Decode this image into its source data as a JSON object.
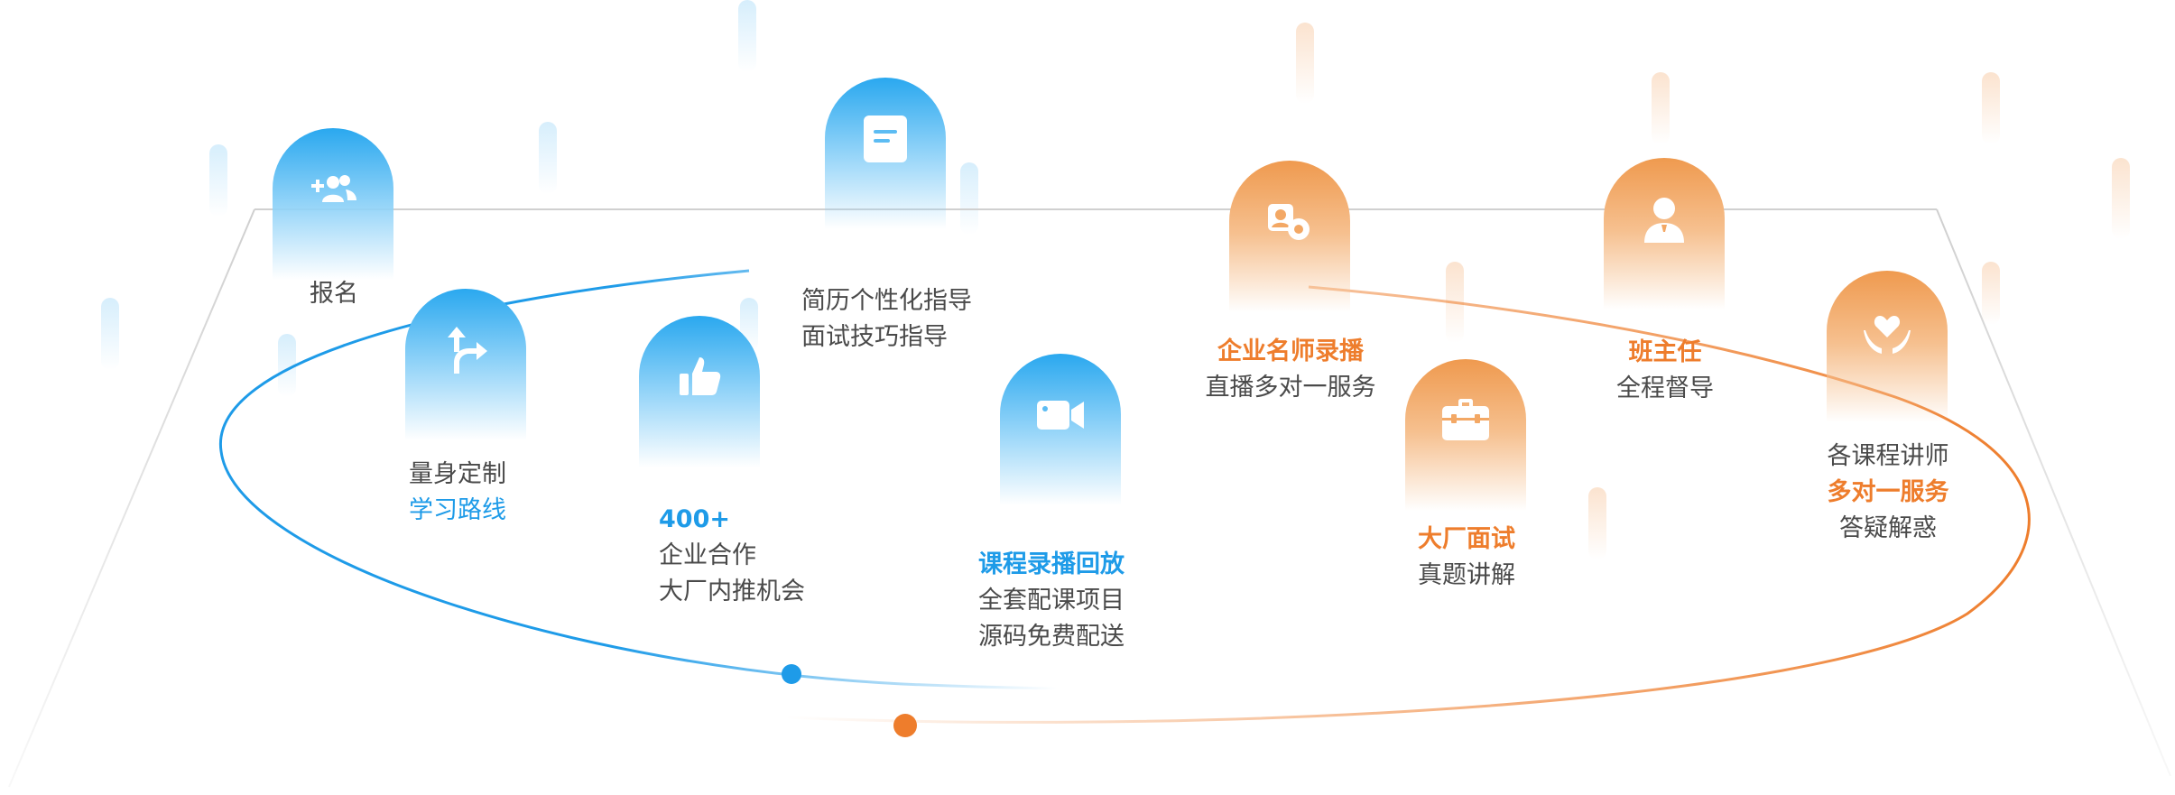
{
  "colors": {
    "blue": "#1e9be8",
    "orange": "#ee7d2c",
    "text": "#4a4a4a",
    "frame": "#cccccc"
  },
  "nodes": [
    {
      "id": "signup",
      "theme": "blue",
      "icon": "add-user-icon",
      "lines": [
        {
          "text": "报名",
          "style": "normal"
        }
      ]
    },
    {
      "id": "custom-path",
      "theme": "blue",
      "icon": "route-arrow-icon",
      "lines": [
        {
          "text": "量身定制",
          "style": "normal"
        },
        {
          "text": "学习路线",
          "style": "blue"
        }
      ]
    },
    {
      "id": "partners",
      "theme": "blue",
      "icon": "thumbs-up-icon",
      "lines": [
        {
          "text": "400+",
          "style": "blue"
        },
        {
          "text": "企业合作",
          "style": "normal"
        },
        {
          "text": "大厂内推机会",
          "style": "normal"
        }
      ]
    },
    {
      "id": "resume",
      "theme": "blue",
      "icon": "document-icon",
      "lines": [
        {
          "text": "简历个性化指导",
          "style": "normal"
        },
        {
          "text": "面试技巧指导",
          "style": "normal"
        }
      ]
    },
    {
      "id": "replay",
      "theme": "blue",
      "icon": "video-camera-icon",
      "lines": [
        {
          "text": "课程录播回放",
          "style": "blue"
        },
        {
          "text": "全套配课项目",
          "style": "normal"
        },
        {
          "text": "源码免费配送",
          "style": "normal"
        }
      ]
    },
    {
      "id": "teacher",
      "theme": "orange",
      "icon": "teacher-icon",
      "lines": [
        {
          "text": "企业名师录播",
          "style": "orange"
        },
        {
          "text": "直播多对一服务",
          "style": "normal"
        }
      ]
    },
    {
      "id": "interview",
      "theme": "orange",
      "icon": "briefcase-icon",
      "lines": [
        {
          "text": "大厂面试",
          "style": "orange"
        },
        {
          "text": "真题讲解",
          "style": "normal"
        }
      ]
    },
    {
      "id": "supervisor",
      "theme": "orange",
      "icon": "person-icon",
      "lines": [
        {
          "text": "班主任",
          "style": "orange"
        },
        {
          "text": "全程督导",
          "style": "normal"
        }
      ]
    },
    {
      "id": "qa",
      "theme": "orange",
      "icon": "heart-hands-icon",
      "lines": [
        {
          "text": "各课程讲师",
          "style": "normal"
        },
        {
          "text": "多对一服务",
          "style": "orange"
        },
        {
          "text": "答疑解惑",
          "style": "normal"
        }
      ]
    }
  ]
}
